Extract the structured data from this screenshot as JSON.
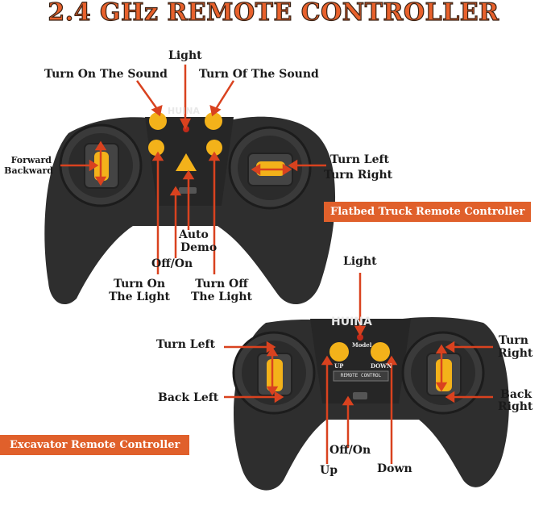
{
  "title": "2.4 GHz REMOTE CONTROLLER",
  "colors": {
    "accent": "#e0602b",
    "body": "#2b2b2b",
    "button": "#f3b21a",
    "pointer": "#d9421f"
  },
  "top_controller": {
    "brand": "HUINA",
    "tag": "Flatbed Truck Remote Controller",
    "labels": {
      "light": "Light",
      "sound_on": "Turn On The Sound",
      "sound_off": "Turn Of The Sound",
      "forward": "Forward",
      "backward": "Backward",
      "turn_left": "Turn Left",
      "turn_right": "Turn Right",
      "auto": "Auto",
      "demo": "Demo",
      "off_on": "Off/On",
      "light_on_1": "Turn On",
      "light_on_2": "The Light",
      "light_off_1": "Turn Off",
      "light_off_2": "The Light"
    }
  },
  "bottom_controller": {
    "brand": "HUINA",
    "model": "Model",
    "tag": "Excavator Remote Controller",
    "panel_text": "REMOTE CONTROL",
    "up_key": "UP",
    "down_key": "DOWN",
    "labels": {
      "light": "Light",
      "turn_left": "Turn Left",
      "back_left": "Back Left",
      "turn": "Turn",
      "right": "Right",
      "back": "Back",
      "back_right": "Right",
      "off_on": "Off/On",
      "up": "Up",
      "down": "Down"
    }
  }
}
